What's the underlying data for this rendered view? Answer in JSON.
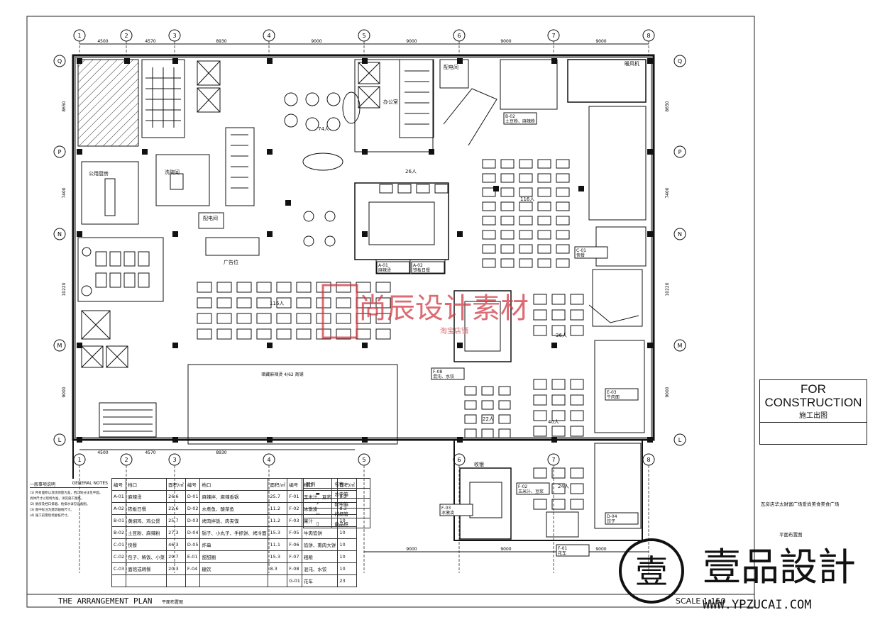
{
  "grid": {
    "columns": [
      "1",
      "2",
      "3",
      "4",
      "5",
      "6",
      "7",
      "8"
    ],
    "rows": [
      "Q",
      "P",
      "N",
      "M",
      "L"
    ],
    "top_dims": [
      "4500",
      "4570",
      "8930",
      "9000",
      "9000",
      "9000",
      "9000"
    ],
    "bottom_dims": [
      "4500",
      "4570",
      "8930"
    ],
    "bottom_dims_right": [
      "9000",
      "9000",
      "9000"
    ],
    "side_dims": [
      "8650",
      "7400",
      "10220",
      "9000"
    ]
  },
  "rooms": {
    "public_kitchen": "公用厨房",
    "dishwash": "洗碗间",
    "distribution_left": "配电间",
    "office": "办公室",
    "seats_74": "74人",
    "seats_26": "26人",
    "seats_116_top": "116人",
    "seats_116_mid": "116人",
    "seats_36": "36人",
    "seats_22": "22人",
    "seats_40": "40人",
    "seats_24": "24人",
    "ad_position": "广告位",
    "cashier": "收银",
    "reserved_area": "暗藏麻辣烫\n4/62  商铺",
    "distribution_top": "配电间",
    "hot_pot": "暖风机"
  },
  "stalls": {
    "A-01": {
      "code": "A-01",
      "name": "麻辣烫"
    },
    "A-02": {
      "code": "A-02",
      "name": "铁板日餐"
    },
    "B-02": {
      "code": "B-02",
      "name": "土豆粉、麻辣粉"
    },
    "F-08": {
      "code": "F-08",
      "name": "混沌、水饺"
    },
    "F-03": {
      "code": "F-03",
      "name": "冰激凌"
    },
    "F-02": {
      "code": "F-02",
      "name": "玉米汁、豆浆"
    },
    "F-01": {
      "code": "F-01",
      "name": "花车"
    },
    "C-01": {
      "code": "C-01",
      "name": "快餐"
    },
    "D-04": {
      "code": "D-04",
      "name": "饺子"
    },
    "E-03": {
      "code": "E-03",
      "name": "牛肉面"
    }
  },
  "title_block": {
    "for_construction": "FOR\nCONSTRUCTION",
    "construction_cn": "施工出图",
    "project_name": "瓦房店华太财富广场爱尚美食美食广场",
    "drawing_cn": "平面布置图"
  },
  "footer": {
    "plan_title": "THE ARRANGEMENT PLAN",
    "plan_title_cn": "平面布置图",
    "scale": "SCALE 1:150"
  },
  "watermark": {
    "cn_text": "尚辰设计素材",
    "sub_text": "淘宝店铺",
    "brand_cn": "壹品設計",
    "brand_url": "WWW.YPZUCAI.COM",
    "seal_char": "壹",
    "color": "#d23a44"
  },
  "notes": {
    "title": "一般事项说明",
    "title_en": "GENERAL NOTES",
    "lines": [
      "(1) 所有面积以现场测量为准，档口划分详见平面。",
      "    具体尺寸以现场为准，详见施工图纸。",
      "(2) 厨房及档口排烟、给排水详见设备图。",
      "(3) 图中标注为建筑轴线尺寸。",
      "(4) 施工前需现场复核尺寸。"
    ]
  },
  "schedule": {
    "headers": [
      "编号",
      "档口",
      "面积/㎡",
      "编号",
      "档口",
      "面积/㎡",
      "编号",
      "档口",
      "面积/㎡"
    ],
    "rows": [
      [
        "A-01",
        "麻辣烫",
        "26.6",
        "D-01",
        "麻辣拌、麻辣香锅",
        "25.7",
        "F-01",
        "玉米汁、豆浆",
        "8.3"
      ],
      [
        "A-02",
        "铁板日餐",
        "22.6",
        "D-02",
        "水煮鱼、酸菜鱼",
        "11.2",
        "F-02",
        "冰激凌",
        "8.3"
      ],
      [
        "B-01",
        "黄焖鸡、鸡公煲",
        "25.7",
        "D-03",
        "烤肉拌饭、肉夹馍",
        "11.2",
        "F-03",
        "果汁",
        "10"
      ],
      [
        "B-02",
        "土豆粉、麻辣粉",
        "27.3",
        "D-04",
        "锅子、小丸子、手抓饼、烤冷面",
        "15.3",
        "F-05",
        "牛肉馅饼",
        "10"
      ],
      [
        "C-01",
        "快餐",
        "46.3",
        "D-05",
        "炸串",
        "11.1",
        "F-06",
        "馅饼、熏肉大饼",
        "10"
      ],
      [
        "C-02",
        "包子、稀饭、小菜",
        "29.7",
        "E-01",
        "甜甜圈",
        "15.3",
        "F-07",
        "粗粮",
        "10"
      ],
      [
        "C-03",
        "面馆或韩餐",
        "20.3",
        "F-04",
        "糖饮",
        "8.3",
        "F-08",
        "混沌、水饺",
        "10"
      ],
      [
        "",
        "",
        "",
        "",
        "",
        "",
        "G-01",
        "花车",
        "23"
      ]
    ]
  },
  "legend": {
    "headers": [
      "图例",
      "名称"
    ],
    "items": [
      "总电箱",
      "配电箱",
      "排烟管",
      "备品柜"
    ]
  }
}
